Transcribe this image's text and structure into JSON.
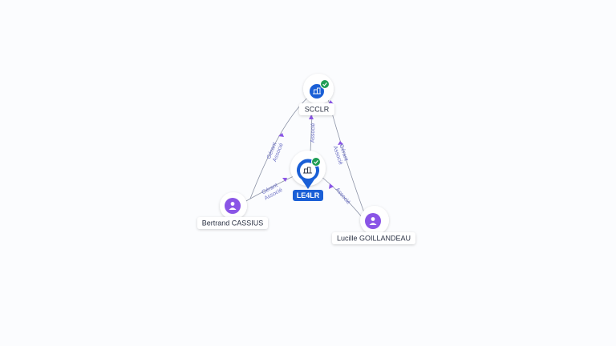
{
  "nodes": {
    "scclr": {
      "label": "SCCLR",
      "kind": "company",
      "verified": true
    },
    "le4lr": {
      "label": "LE4LR",
      "kind": "company",
      "verified": true,
      "selected": true
    },
    "bertrand": {
      "label": "Bertrand CASSIUS",
      "kind": "person"
    },
    "lucille": {
      "label": "Lucille GOILLANDEAU",
      "kind": "person"
    }
  },
  "edges": {
    "bertrand_scclr": {
      "line1": "Gérant",
      "line2": "Associé"
    },
    "bertrand_le4lr": {
      "line1": "Gérant",
      "line2": "Associé"
    },
    "scclr_le4lr": {
      "line1": "Associé"
    },
    "lucille_scclr": {
      "line1": "Gérant",
      "line2": "Associé"
    },
    "lucille_le4lr": {
      "line1": "Associé"
    }
  },
  "colors": {
    "company": "#1a5fd6",
    "person": "#8a55e6",
    "verified": "#1f9d55",
    "edge": "#8c93a6",
    "edge_label": "#6b6fc4"
  },
  "icons": {
    "company": "building-icon",
    "person": "person-icon",
    "verified": "check-badge-icon"
  }
}
